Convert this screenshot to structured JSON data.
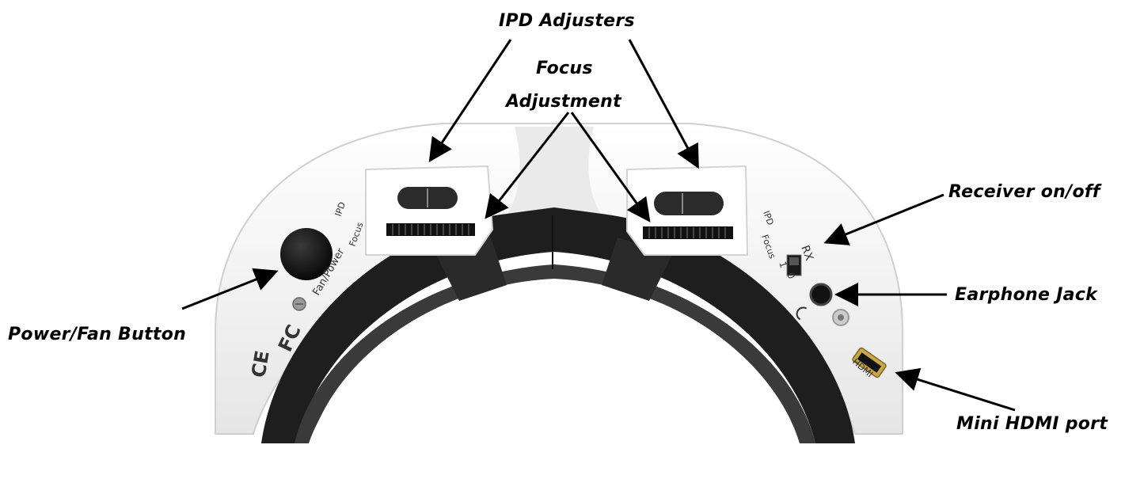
{
  "callouts": {
    "ipd_adjusters": "IPD Adjusters",
    "focus_line1": "Focus",
    "focus_line2": "Adjustment",
    "receiver": "Receiver on/off",
    "earphone": "Earphone Jack",
    "power_fan": "Power/Fan Button",
    "mini_hdmi": "Mini HDMI port"
  },
  "device_labels": {
    "left_ipd": "IPD",
    "left_focus": "Focus",
    "fan_power": "Fan/Power",
    "right_ipd": "IPD",
    "right_focus": "Focus",
    "rx": "RX",
    "switch_1": "1",
    "switch_0": "0",
    "hdmi": "HDMI",
    "ce_mark": "CE",
    "fc_mark": "FC"
  },
  "colors": {
    "shell": "#f4f4f4",
    "shell_shadow": "#d9d9d9",
    "foam": "#1e1e1e",
    "arrow": "#000000",
    "hdmi_gold": "#c8a64a"
  }
}
